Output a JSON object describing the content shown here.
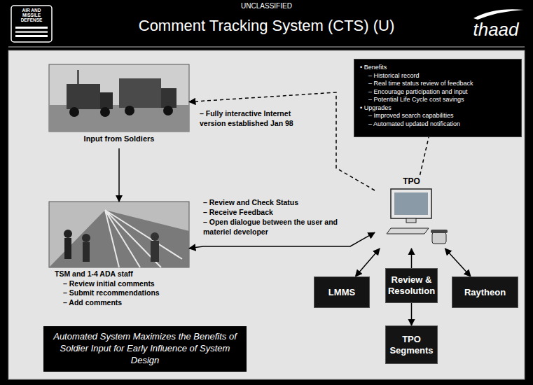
{
  "diagram": {
    "title": "Comment Tracking System (CTS) (U)",
    "caption": "Automated System Maximizes the Benefits of Soldier Input for Early Influence of System Design",
    "nodes": [
      {
        "text": [
          "Input from Soldiers"
        ]
      },
      {
        "text": [
          "• Benefits",
          "– Historical record",
          "– Real time status review of feedback",
          "– Encourage participation and input",
          "– Potential Life Cycle cost savings",
          "• Upgrades",
          "– Improved search capabilities",
          "– Automated updated notification"
        ]
      },
      {
        "text": [
          "TSM and 1-4 ADA staff",
          "– Review initial comments",
          "– Submit recommendations",
          "– Add comments"
        ]
      },
      {
        "text": [
          "TPO"
        ]
      },
      {
        "text": [
          "LMMS"
        ]
      },
      {
        "text": [
          "Review & Resolution"
        ]
      },
      {
        "text": [
          "Raytheon"
        ]
      },
      {
        "text": [
          "TPO Segments"
        ]
      }
    ],
    "edges": [
      {
        "from": 0,
        "to": 2,
        "arrow": "to"
      },
      {
        "from": 3,
        "to": 0,
        "arrow": "to"
      },
      {
        "from": 3,
        "to": 1,
        "arrow": "none"
      },
      {
        "from": 2,
        "to": 3,
        "arrow": "both"
      },
      {
        "from": 4,
        "to": 3,
        "arrow": "both"
      },
      {
        "from": 6,
        "to": 3,
        "arrow": "both"
      },
      {
        "from": 5,
        "to": 3,
        "arrow": "to"
      },
      {
        "from": 5,
        "to": 7,
        "arrow": "to"
      }
    ],
    "labels": [
      "UNCLASSIFIED",
      "AIR AND MISSILE DEFENSE",
      "thaad",
      "– Fully interactive Internet version established Jan 98",
      "– Review and Check Status",
      "– Receive Feedback",
      "– Open dialogue between the user and materiel developer"
    ]
  }
}
